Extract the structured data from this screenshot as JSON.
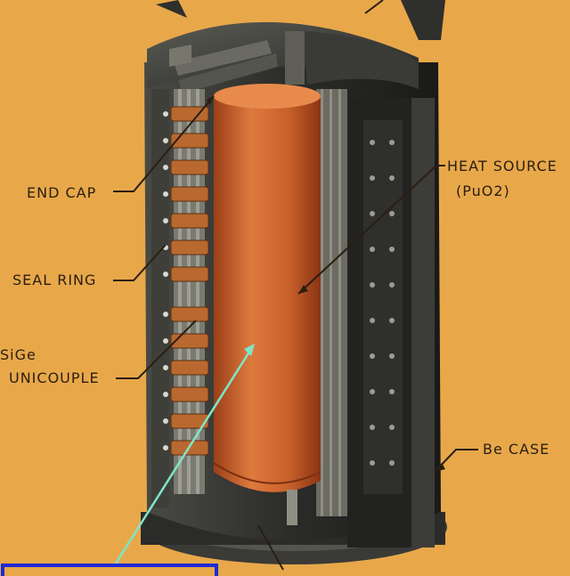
{
  "labels": {
    "end_cap": "END CAP",
    "seal_ring": "SEAL RING",
    "sige": "SiGe",
    "unicouple": "UNICOUPLE",
    "heat_source": "HEAT SOURCE",
    "heat_source_formula": "(PuO2)",
    "be_case": "Be CASE"
  },
  "colors": {
    "background": "#e8a84a",
    "casing": "#2b2b29",
    "heat_source_cylinder": "#c8602a",
    "annotation_arrow": "#7ee6c8",
    "highlight_box": "#1f2ad6"
  }
}
